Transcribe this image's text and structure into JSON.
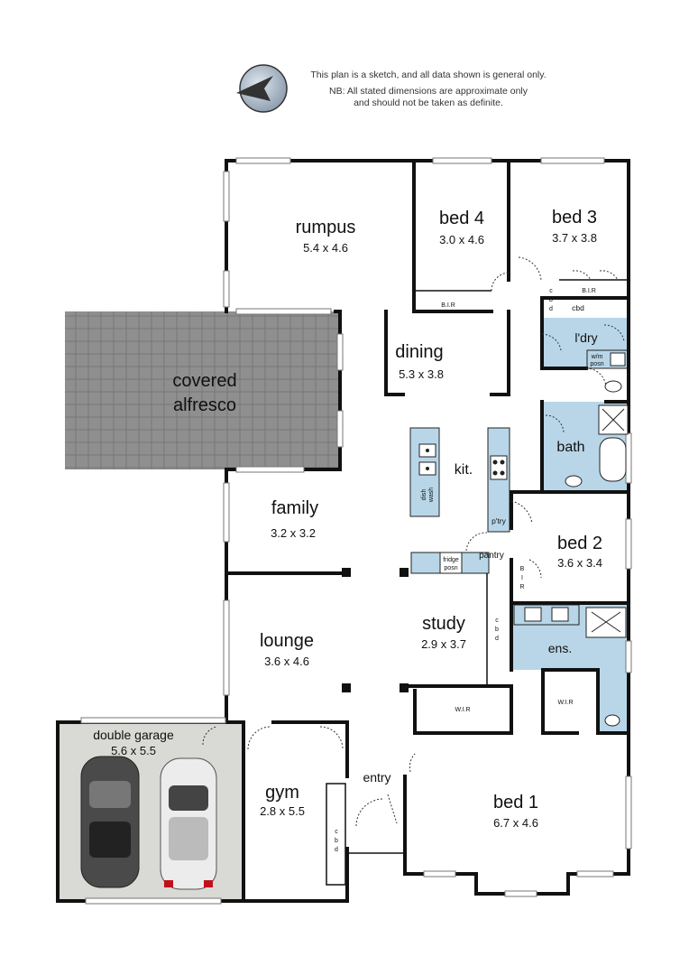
{
  "disclaimer": {
    "line1": "This plan is a sketch, and all data shown is general only.",
    "line2": "NB: All stated dimensions are approximate only",
    "line3": "and should not be taken as definite."
  },
  "compass": {
    "icon": "compass-icon"
  },
  "rooms": {
    "rumpus": {
      "name": "rumpus",
      "dims": "5.4 x 4.6"
    },
    "bed4": {
      "name": "bed 4",
      "dims": "3.0 x 4.6"
    },
    "bed3": {
      "name": "bed 3",
      "dims": "3.7 x 3.8"
    },
    "alfresco": {
      "line1": "covered",
      "line2": "alfresco"
    },
    "dining": {
      "name": "dining",
      "dims": "5.3 x 3.8"
    },
    "ldry": {
      "name": "l'dry"
    },
    "bath": {
      "name": "bath"
    },
    "kit": {
      "name": "kit."
    },
    "family": {
      "name": "family",
      "dims": "3.2 x 3.2"
    },
    "bed2": {
      "name": "bed 2",
      "dims": "3.6 x 3.4"
    },
    "pantry": {
      "name": "pantry"
    },
    "ptry": {
      "name": "p'try"
    },
    "study": {
      "name": "study",
      "dims": "2.9 x 3.7"
    },
    "ens": {
      "name": "ens."
    },
    "lounge": {
      "name": "lounge",
      "dims": "3.6 x 4.6"
    },
    "garage": {
      "name": "double garage",
      "dims": "5.6 x 5.5"
    },
    "gym": {
      "name": "gym",
      "dims": "2.8 x 5.5"
    },
    "entry": {
      "name": "entry"
    },
    "bed1": {
      "name": "bed 1",
      "dims": "6.7 x 4.6"
    }
  },
  "labels": {
    "bir": "B.I.R",
    "cbd": "cbd",
    "c": "c",
    "b": "b",
    "d": "d",
    "bir_b": "B",
    "bir_i": "I",
    "bir_r": "R",
    "wir": "W.I.R",
    "wm1": "w/m",
    "wm2": "posn",
    "fridge1": "fridge",
    "fridge2": "posn",
    "dish1": "dish",
    "dish2": "wash"
  },
  "colors": {
    "wall": "#111111",
    "wet_area": "#b8d6e8",
    "alfresco_tile": "#8f8f8f",
    "garage_floor": "#d9d9d5"
  }
}
